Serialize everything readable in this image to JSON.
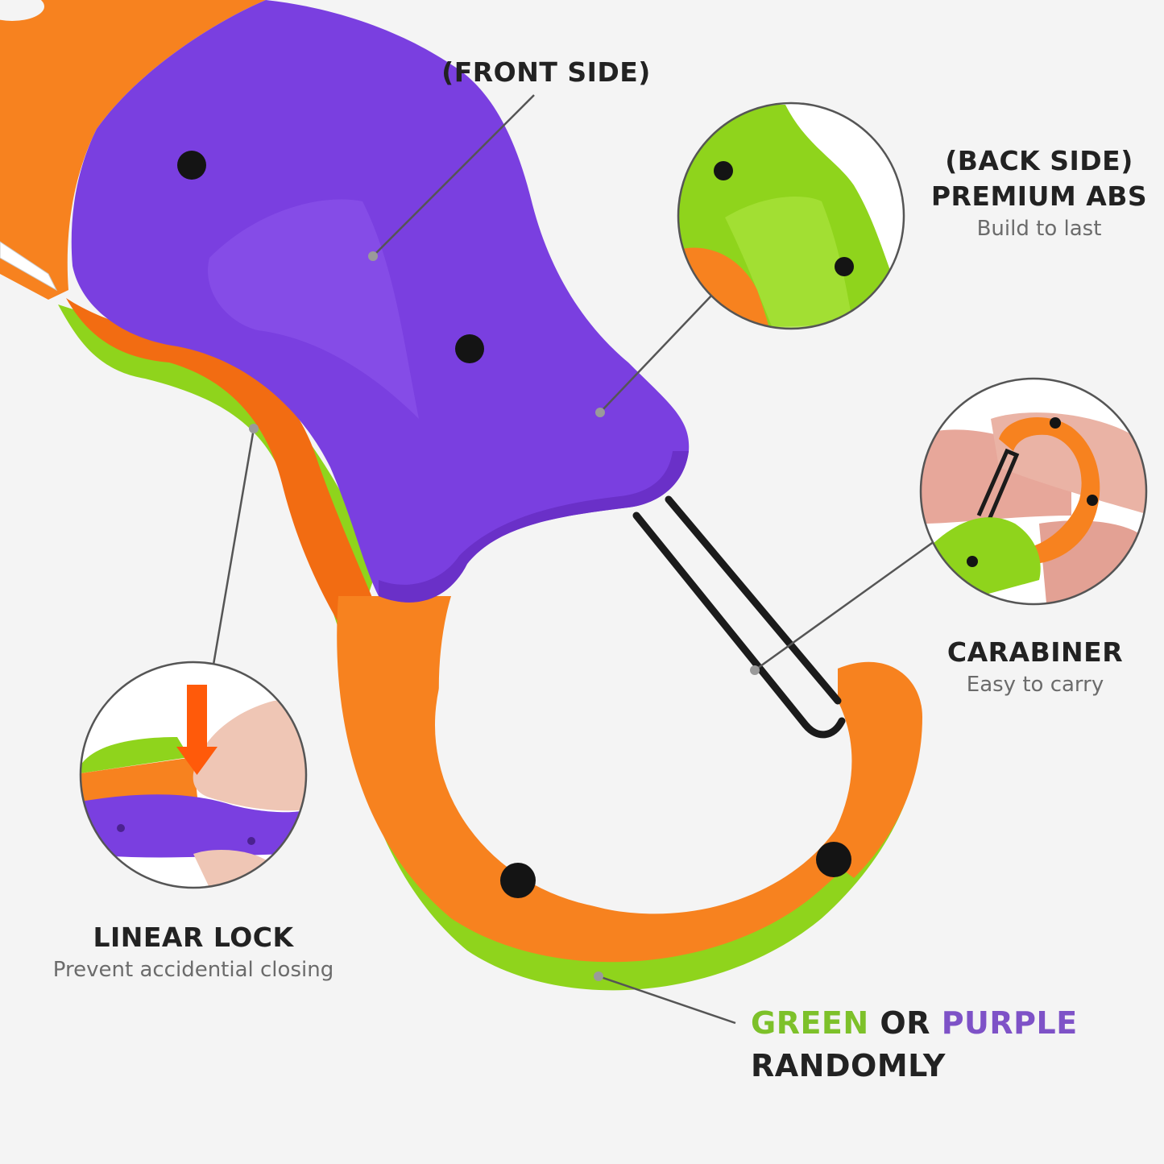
{
  "callouts": {
    "front": {
      "title": "(FRONT SIDE)"
    },
    "back": {
      "title_line1": "(BACK SIDE)",
      "title_line2": "PREMIUM ABS",
      "subtitle": "Build to last"
    },
    "carabiner": {
      "title": "CARABINER",
      "subtitle": "Easy to carry"
    },
    "linear_lock": {
      "title": "LINEAR LOCK",
      "subtitle": "Prevent accidential closing"
    },
    "color_option": {
      "word_green": "GREEN",
      "word_or": " OR ",
      "word_purple": "PURPLE",
      "line2": "RANDOMLY"
    }
  },
  "inset_images": [
    {
      "name": "back-side-green-handle",
      "icon": "green-handle-closeup"
    },
    {
      "name": "carabiner-in-hand",
      "icon": "hand-holding-carabiner"
    },
    {
      "name": "linear-lock-press",
      "icon": "thumb-pressing-lock",
      "arrow": "down-arrow"
    }
  ],
  "colors": {
    "background": "#f4f4f4",
    "handle_purple": "#7a3fe0",
    "body_orange": "#f7821f",
    "accent_green": "#8fd41c",
    "text_dark": "#222222",
    "text_sub": "#6b6b6b",
    "text_green": "#7dc12a",
    "text_purple": "#7e52c7",
    "leader_line": "#555555"
  }
}
